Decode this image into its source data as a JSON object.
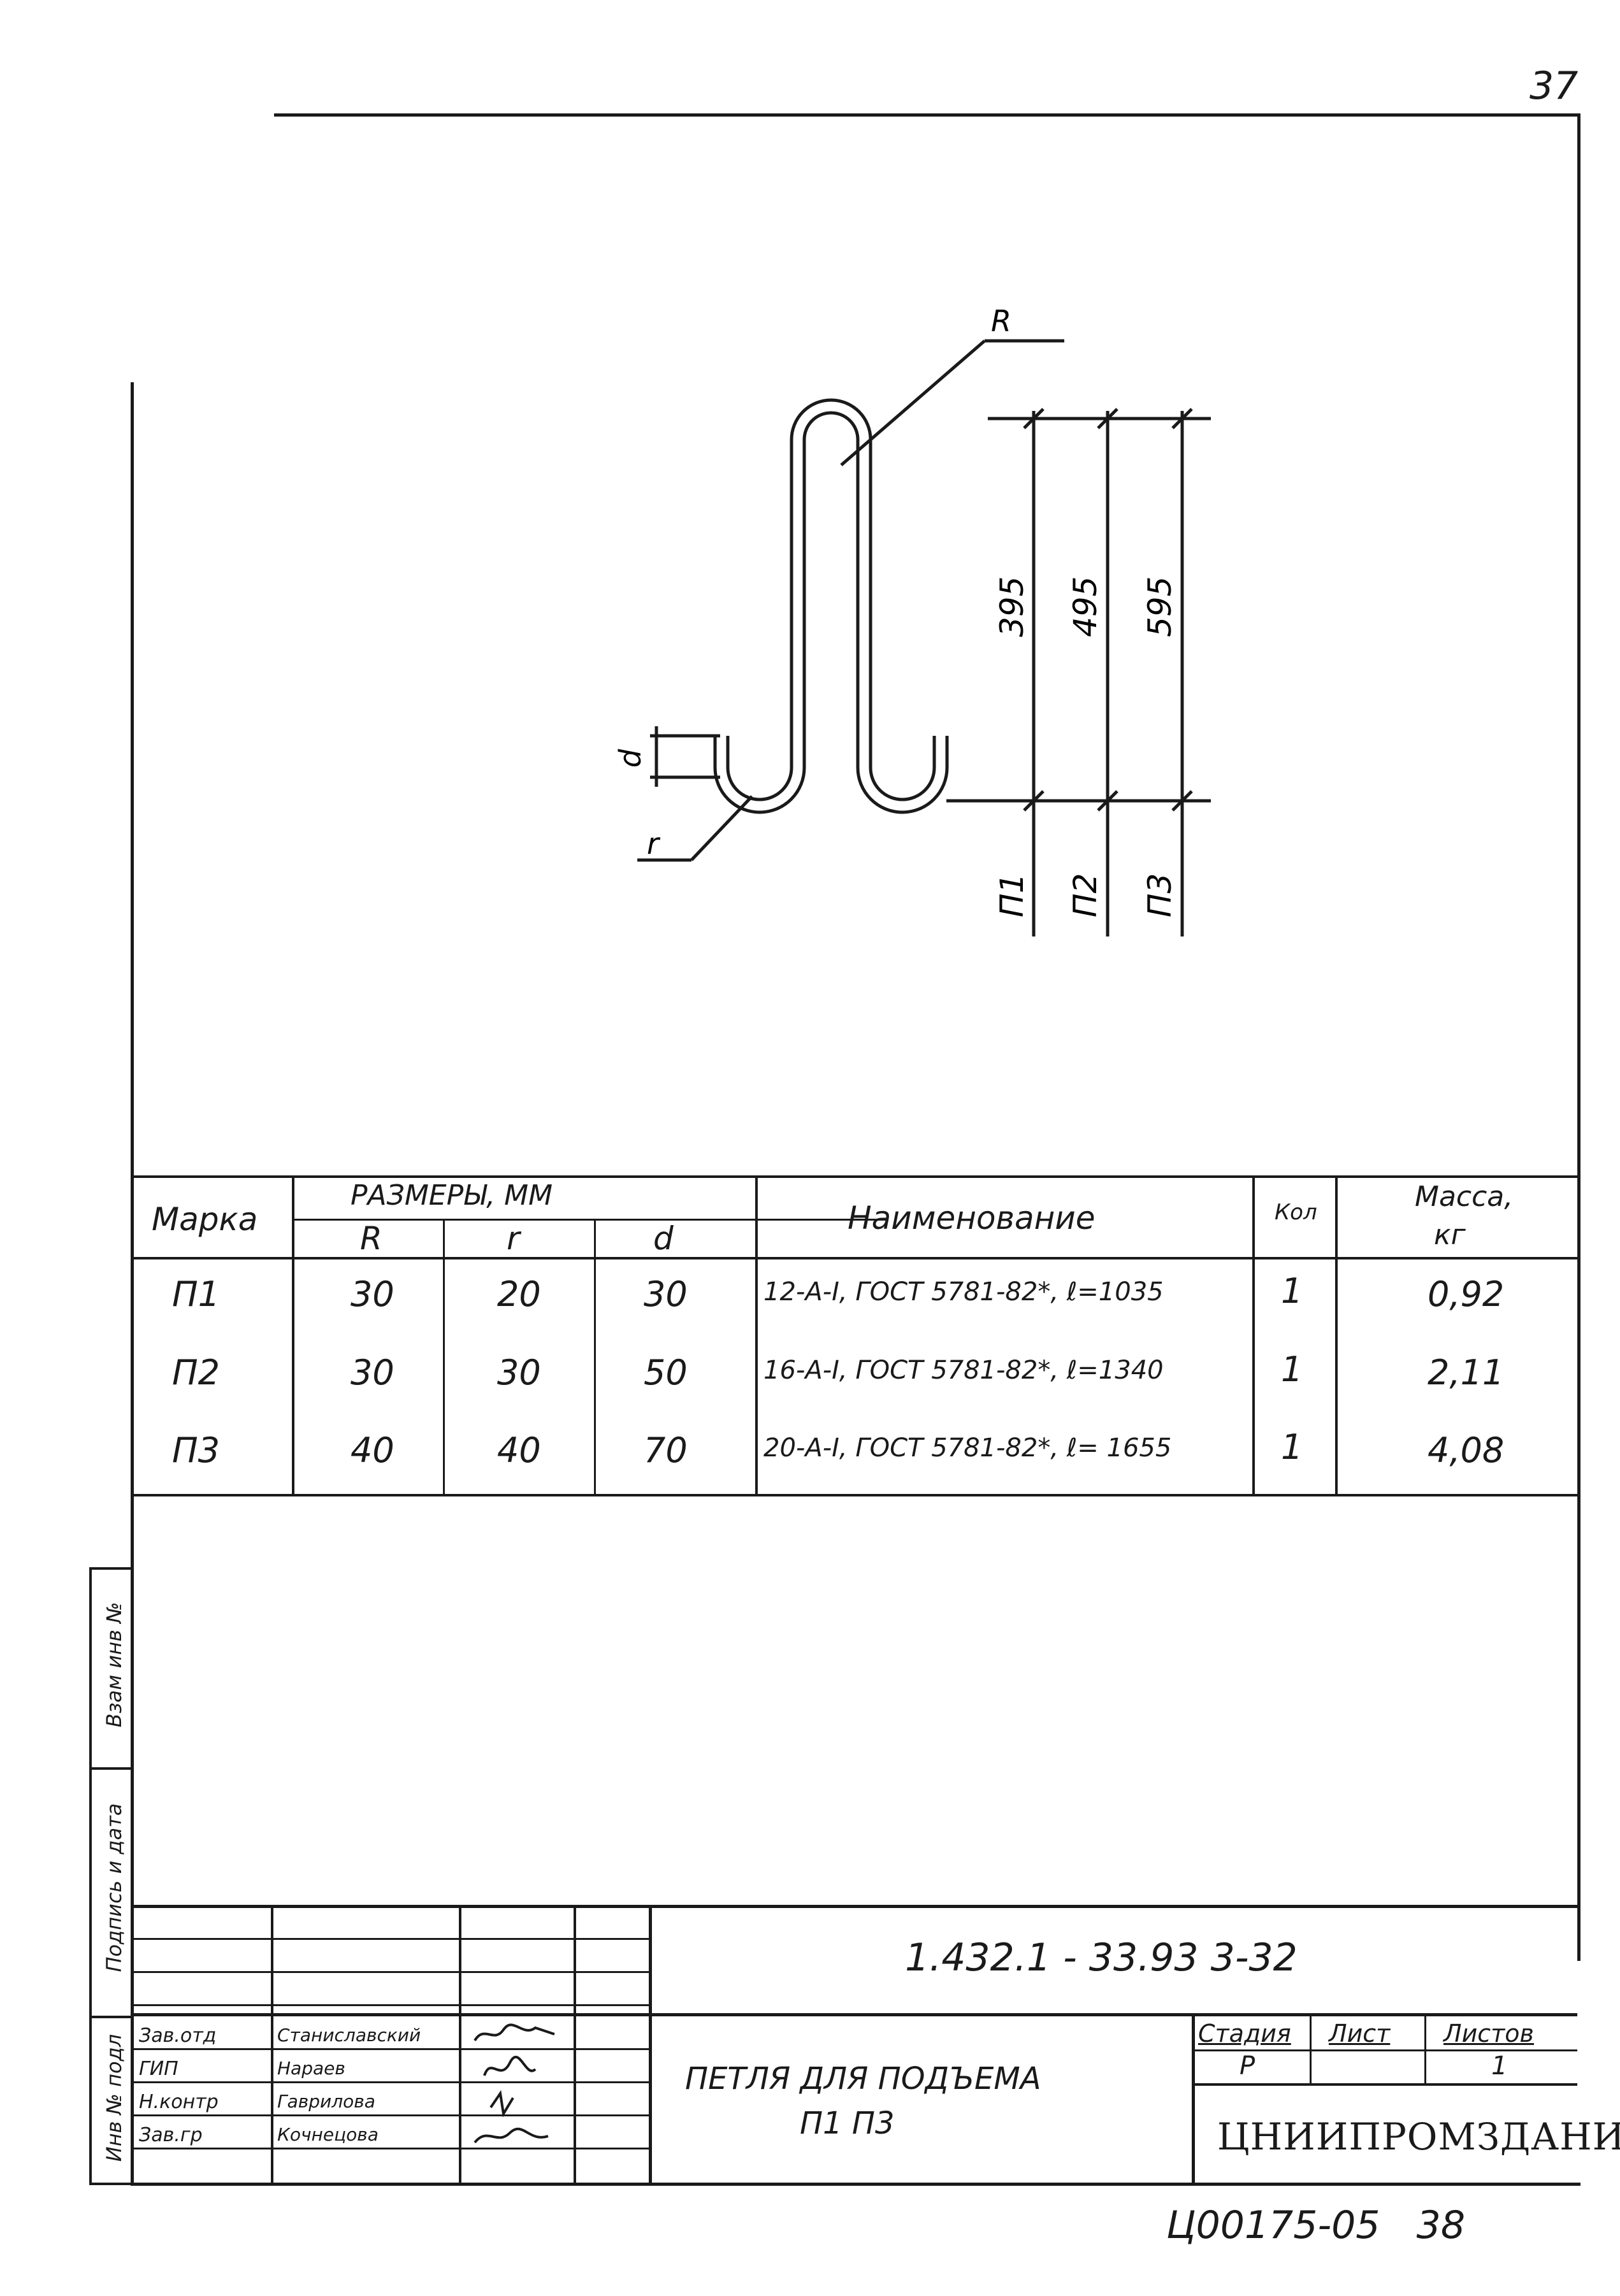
{
  "page_number": "37",
  "drawing": {
    "label_R": "R",
    "label_r": "r",
    "label_d": "d",
    "dim_p1": "395",
    "dim_p2": "495",
    "dim_p3": "595",
    "mark_p1": "П1",
    "mark_p2": "П2",
    "mark_p3": "П3"
  },
  "spec_table": {
    "header": {
      "mark": "Марка",
      "sizes": "РАЗМЕРЫ, ММ",
      "size_R": "R",
      "size_r": "r",
      "size_d": "d",
      "name": "Наименование",
      "qty": "Кол",
      "mass_1": "Масса,",
      "mass_2": "кг"
    },
    "rows": [
      {
        "mark": "П1",
        "R": "30",
        "r": "20",
        "d": "30",
        "name": "12-А-I, ГОСТ 5781-82*,  ℓ=1035",
        "qty": "1",
        "mass": "0,92"
      },
      {
        "mark": "П2",
        "R": "30",
        "r": "30",
        "d": "50",
        "name": "16-А-I, ГОСТ 5781-82*, ℓ=1340",
        "qty": "1",
        "mass": "2,11"
      },
      {
        "mark": "П3",
        "R": "40",
        "r": "40",
        "d": "70",
        "name": "20-А-I, ГОСТ 5781-82*, ℓ= 1655",
        "qty": "1",
        "mass": "4,08"
      }
    ]
  },
  "side_stamp": {
    "inv_podl": "Инв № подл",
    "podpis_data": "Подпись и дата",
    "vzam_inv": "Взам инв №"
  },
  "title_block": {
    "doc_code": "1.432.1 - 33.93 3-32",
    "title_line1": "ПЕТЛЯ ДЛЯ ПОДЪЕМА",
    "title_line2": "П1   П3",
    "stage_header": "Стадия",
    "sheet_header": "Лист",
    "sheets_header": "Листов",
    "stage_value": "Р",
    "sheets_value": "1",
    "org": "ЦНИИПРОМЗДАНИЙ",
    "staff": [
      {
        "role": "Зав.отд",
        "name": "Станиславский"
      },
      {
        "role": "ГИП",
        "name": "Нараев"
      },
      {
        "role": "Н.контр",
        "name": "Гаврилова"
      },
      {
        "role": "Зав.гр",
        "name": "Кочнецова"
      }
    ]
  },
  "footer_code": "Ц00175-05   38"
}
